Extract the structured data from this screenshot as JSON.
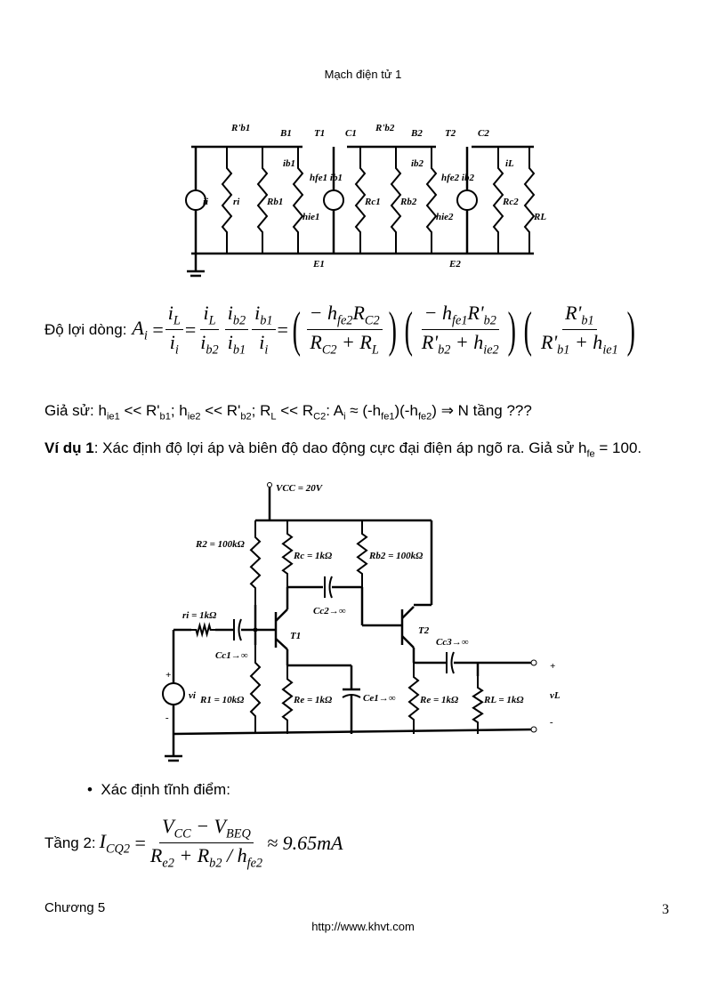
{
  "header": "Mạch điện tử 1",
  "circuit1": {
    "labels": [
      "R'b1",
      "B1",
      "T1",
      "C1",
      "R'b2",
      "B2",
      "T2",
      "C2",
      "ii",
      "ri",
      "Rb1",
      "hie1",
      "ib1",
      "hfe1 ib1",
      "Rc1",
      "Rb2",
      "ib2",
      "hie2",
      "hfe2 ib2",
      "Rc2",
      "RL",
      "iL",
      "E1",
      "E2"
    ]
  },
  "gain": {
    "label": "Độ lợi dòng:"
  },
  "assume": {
    "prefix": "Giả sử: h",
    "suffix": " ⇒ N tầng ???"
  },
  "example": {
    "bold": "Ví dụ 1",
    "text": ": Xác định độ lợi áp và biên độ dao động cực đại điện áp ngõ ra. Giả sử h",
    "sub": "fe",
    "end": " = 100."
  },
  "circuit2": {
    "labels": [
      "VCC = 20V",
      "R2 = 100kΩ",
      "Rc = 1kΩ",
      "Rb2 = 100kΩ",
      "Cc2→∞",
      "ri = 1kΩ",
      "T1",
      "T2",
      "Cc1→∞",
      "Cc3→∞",
      "R1 = 10kΩ",
      "Re = 1kΩ",
      "Ce1→∞",
      "Re = 1kΩ",
      "RL = 1kΩ",
      "vi",
      "vL",
      "+",
      "-",
      "+",
      "-"
    ]
  },
  "bullet": "Xác định tĩnh điểm:",
  "stage2": {
    "label": "Tầng 2:",
    "result": "≈ 9.65mA"
  },
  "footer": {
    "chapter": "Chương 5",
    "page": "3",
    "url": "http://www.khvt.com"
  }
}
